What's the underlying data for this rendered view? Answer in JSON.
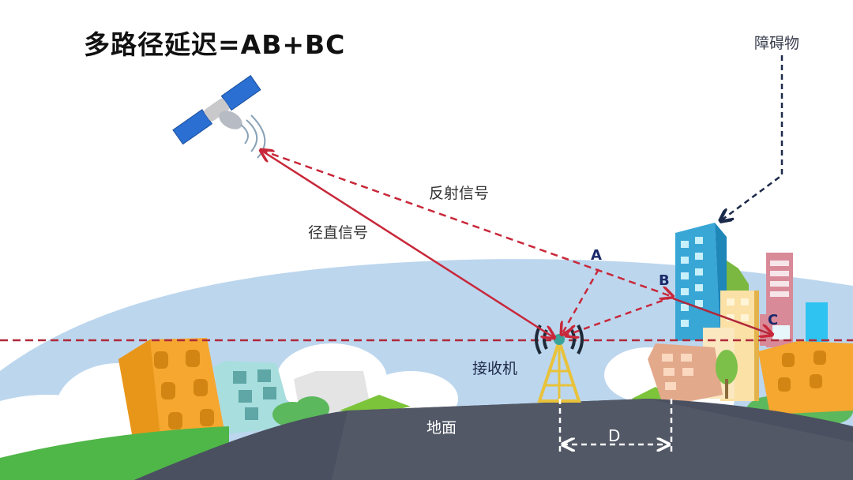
{
  "title": "多路径延迟=AB+BC",
  "labels": {
    "obstacle": "障碍物",
    "reflected_signal": "反射信号",
    "direct_signal": "径直信号",
    "point_a": "A",
    "point_b": "B",
    "point_c": "C",
    "receiver": "接收机",
    "ground": "地面",
    "distance": "D"
  },
  "icons": {
    "satellite": "satellite-icon",
    "receiver_tower": "antenna-tower-icon",
    "obstacle_building": "building-icon"
  },
  "colors": {
    "signal_line": "#c8283a",
    "horizon_line": "#b02a3a",
    "sky": "#bcd6ee",
    "ground": "#4a5060",
    "label_dark": "#1c2a6b"
  }
}
